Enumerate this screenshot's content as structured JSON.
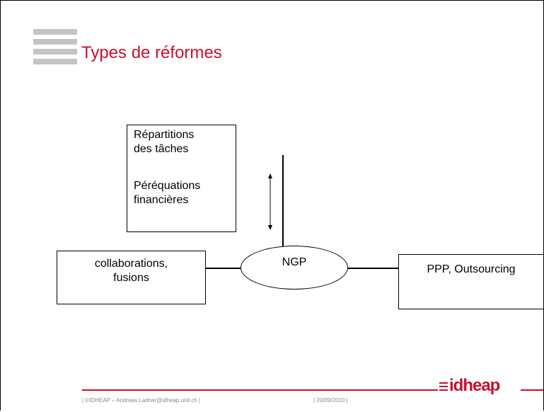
{
  "slide": {
    "title": "Types de réformes",
    "box_left": {
      "line1": "collaborations,",
      "line2": "fusions"
    },
    "box_right": {
      "text": "PPP, Outsourcing"
    },
    "box_top": {
      "p1_line1": "Répartitions",
      "p1_line2": "des tâches",
      "p2_line1": "Péréquations",
      "p2_line2": "financières"
    },
    "ellipse_label": "NGP"
  },
  "footer": {
    "left_text": "| ©IDHEAP – Andreas.Ladner@idheap.unil.ch |",
    "date_text": "| 20/09/2010 |",
    "logo_text": "idheap"
  },
  "colors": {
    "accent": "#c8102e",
    "title": "#c8102e"
  }
}
